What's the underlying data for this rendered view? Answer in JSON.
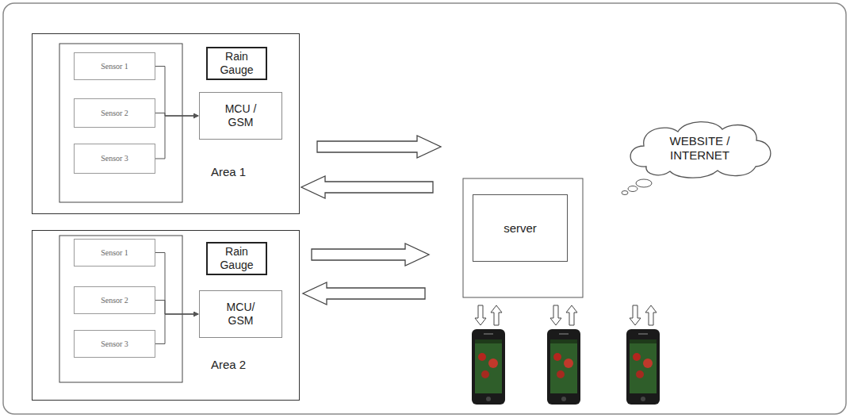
{
  "diagram": {
    "nodes": [
      {
        "text": [
          "Area 1"
        ]
      },
      {
        "text": [
          "Sensor 1"
        ],
        "in": 0
      },
      {
        "text": [
          "Sensor 2"
        ],
        "in": 0
      },
      {
        "text": [
          "Sensor 3"
        ],
        "in": 0
      },
      {
        "text": [
          "Rain Gauge"
        ],
        "in": 0
      },
      {
        "text": [
          "MCU / GSM"
        ],
        "in": 0
      },
      {
        "text": [
          "WEBSITE / INTERNET"
        ]
      },
      {
        "text": [
          "server"
        ]
      },
      {
        "text": [
          "Area 2"
        ]
      },
      {
        "text": [
          "Sensor 1"
        ],
        "in": 8
      },
      {
        "text": [
          "Sensor 2"
        ],
        "in": 8
      },
      {
        "text": [
          "Sensor 3"
        ],
        "in": 8
      },
      {
        "text": [
          "Rain Gauge"
        ],
        "in": 8
      },
      {
        "text": [
          "MCU/ GSM"
        ],
        "in": 8
      }
    ],
    "edges": [
      {
        "from": 1,
        "to": 5,
        "arrow": "to"
      },
      {
        "from": 2,
        "to": 5,
        "arrow": "to"
      },
      {
        "from": 3,
        "to": 5,
        "arrow": "to"
      },
      {
        "from": 9,
        "to": 13,
        "arrow": "to"
      },
      {
        "from": 10,
        "to": 13,
        "arrow": "to"
      },
      {
        "from": 11,
        "to": 13,
        "arrow": "to"
      },
      {
        "from": 0,
        "to": 7,
        "arrow": "to"
      },
      {
        "from": 7,
        "to": 0,
        "arrow": "to"
      },
      {
        "from": 8,
        "to": 7,
        "arrow": "to"
      },
      {
        "from": 7,
        "to": 8,
        "arrow": "to"
      }
    ]
  }
}
